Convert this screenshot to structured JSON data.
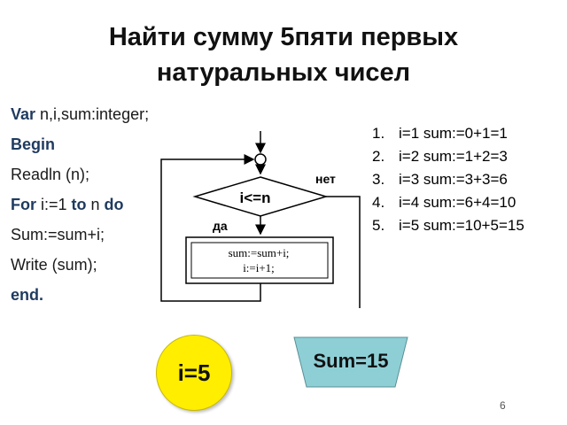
{
  "slide": {
    "title_line1": "Найти сумму 5пяти первых",
    "title_line2": "натуральных чисел",
    "page_number": "6"
  },
  "code": {
    "line1_kw": "Var",
    "line1_rest": " n,i,sum:integer;",
    "line2_kw": "Begin",
    "line3": "Readln (n);",
    "line4_kw1": "For",
    "line4_a": " i:=1 ",
    "line4_kw2": "to",
    "line4_b": " n ",
    "line4_kw3": "do",
    "line5": "Sum:=sum+i;",
    "line6": "Write (sum);",
    "line7_kw": "end."
  },
  "flowchart": {
    "condition": "i<=n",
    "no_label": "нет",
    "yes_label": "да",
    "body_line1": "sum:=sum+i;",
    "body_line2": "i:=i+1;"
  },
  "trace": [
    {
      "n": "1.",
      "text": "i=1 sum:=0+1=1"
    },
    {
      "n": "2.",
      "text": "i=2 sum:=1+2=3"
    },
    {
      "n": "3.",
      "text": "i=3 sum:=3+3=6"
    },
    {
      "n": "4.",
      "text": "i=4 sum:=6+4=10"
    },
    {
      "n": "5.",
      "text": "i=5 sum:=10+5=15"
    }
  ],
  "badges": {
    "i_label": "i=5",
    "sum_label": "Sum=15"
  },
  "colors": {
    "i_badge": "#ffee00",
    "sum_badge": "#8ecfd6",
    "keyword": "#1f3a5f"
  }
}
